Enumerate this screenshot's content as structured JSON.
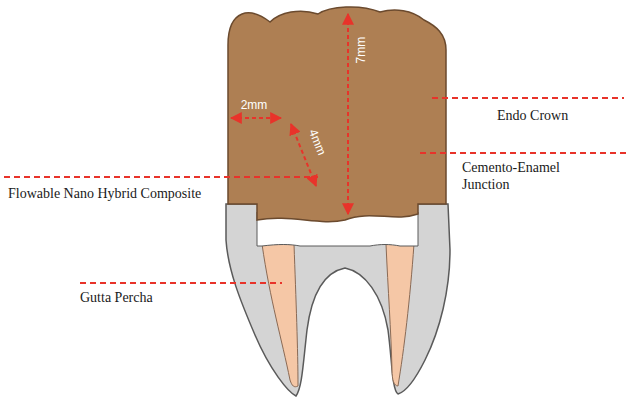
{
  "diagram": {
    "labels": [
      "Endo Crown",
      "Cemento-Enamel Junction",
      "Flowable Nano Hybrid Composite",
      "Gutta Percha",
      "2mm",
      "4mm",
      "7mm"
    ]
  }
}
